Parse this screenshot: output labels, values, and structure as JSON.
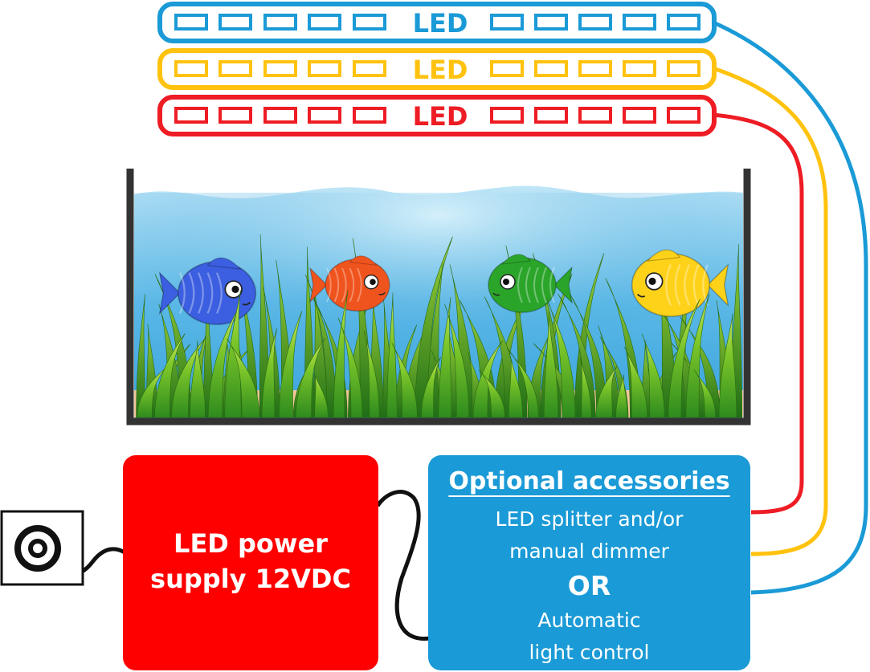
{
  "led_strips": [
    {
      "label": "LED",
      "color": "#1a9ad6"
    },
    {
      "label": "LED",
      "color": "#ffc20e"
    },
    {
      "label": "LED",
      "color": "#ee1c24"
    }
  ],
  "power_supply": {
    "line1": "LED power",
    "line2": "supply 12VDC",
    "color": "#ff0000"
  },
  "accessories": {
    "heading": "Optional accessories",
    "line1": "LED splitter and/or",
    "line2": "manual dimmer",
    "or": "OR",
    "line3": "Automatic",
    "line4": "light control",
    "color": "#1a9ad6"
  },
  "fish": [
    {
      "name": "blue-fish",
      "color": "#3b5fe0"
    },
    {
      "name": "orange-fish",
      "color": "#f0541e"
    },
    {
      "name": "green-fish",
      "color": "#2aa52a"
    },
    {
      "name": "yellow-fish",
      "color": "#ffd21a"
    }
  ],
  "wall_socket_icon": "power-outlet-icon"
}
